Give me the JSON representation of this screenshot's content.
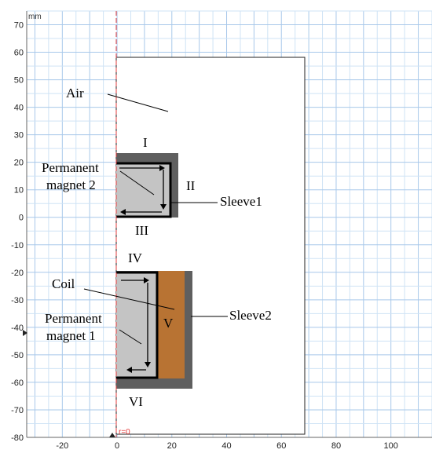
{
  "window": {
    "unit_label": "mm"
  },
  "axes": {
    "x_ticks": [
      "-20",
      "0",
      "20",
      "40",
      "60",
      "80",
      "100"
    ],
    "y_ticks": [
      "70",
      "60",
      "50",
      "40",
      "30",
      "20",
      "10",
      "0",
      "-10",
      "-20",
      "-30",
      "-40",
      "-50",
      "-60",
      "-70",
      "-80"
    ],
    "axis_marker": "r=0",
    "x_range": [
      -33,
      115
    ],
    "y_range": [
      -80,
      75
    ]
  },
  "annotations": {
    "air": "Air",
    "region_1": "I",
    "region_2": "II",
    "region_3": "III",
    "region_4": "IV",
    "region_5": "V",
    "region_6": "VI",
    "sleeve1": "Sleeve1",
    "sleeve2": "Sleeve2",
    "coil": "Coil",
    "pm2_line1": "Permanent",
    "pm2_line2": "magnet 2",
    "pm1_line1": "Permanent",
    "pm1_line2": "magnet 1"
  },
  "colors": {
    "grid_minor": "#cfe3f5",
    "grid_major": "#a8c8ea",
    "sleeve": "#5f5f5f",
    "magnet": "#c4c4c4",
    "coil": "#b87333",
    "axis_line": "#e23b3b",
    "air_domain": "#ffffff"
  }
}
